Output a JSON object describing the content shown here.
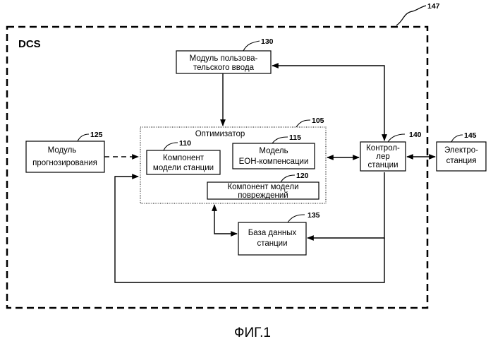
{
  "system_label": "DCS",
  "figure_caption": "ФИГ.1",
  "refs": {
    "system": "147",
    "user_input": "130",
    "optimizer": "105",
    "forecast": "125",
    "plant_model": "110",
    "eoh_model": "115",
    "damage_model": "120",
    "controller": "140",
    "plant": "145",
    "database": "135"
  },
  "blocks": {
    "user_input": [
      "Модуль пользова-",
      "тельского  ввода"
    ],
    "optimizer": "Оптимизатор",
    "forecast": [
      "Модуль",
      "прогнозирования"
    ],
    "plant_model": [
      "Компонент",
      "модели станции"
    ],
    "eoh_model": [
      "Модель",
      "EOH-компенсации"
    ],
    "damage_model": [
      "Компонент модели",
      "повреждений"
    ],
    "controller": [
      "Контрол-",
      "лер",
      "станции"
    ],
    "plant": [
      "Электро-",
      "станция"
    ],
    "database": [
      "База данных",
      "станции"
    ]
  }
}
